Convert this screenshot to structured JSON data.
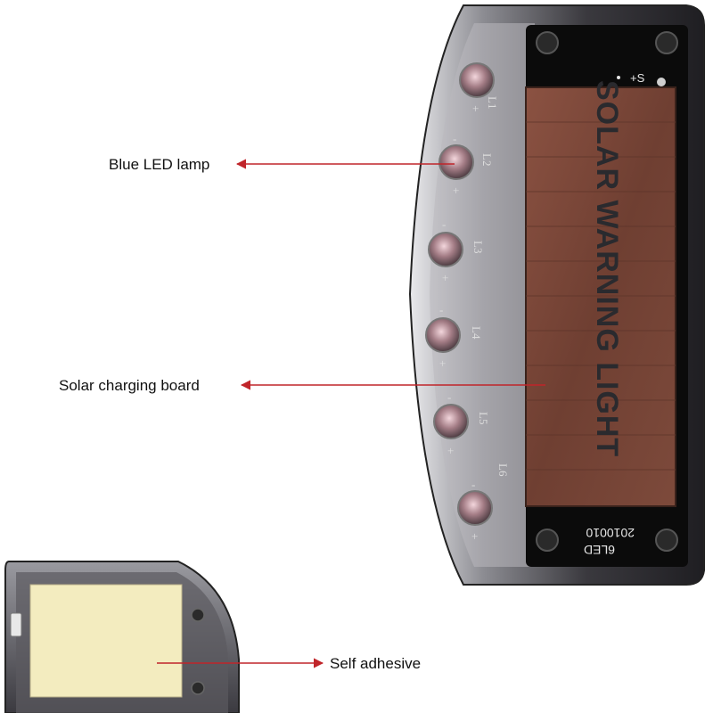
{
  "callouts": {
    "blue_led": "Blue LED lamp",
    "solar_board": "Solar charging board",
    "self_adhesive": "Self adhesive"
  },
  "panel": {
    "title": "SOLAR WARNING LIGHT",
    "pcb_code": "2010010",
    "pcb_model": "6LED",
    "pcb_polarity": "+S"
  },
  "leds": {
    "labels": [
      "L1",
      "L2",
      "L3",
      "L4",
      "L5",
      "L6"
    ],
    "plus": "+",
    "minus": "-"
  },
  "colors": {
    "arrow": "#c0252a",
    "housing": "#2b2a2e",
    "solar_cell": "#7a4637",
    "pcb": "#0b0b0b",
    "adhesive": "#f3ecbf"
  }
}
